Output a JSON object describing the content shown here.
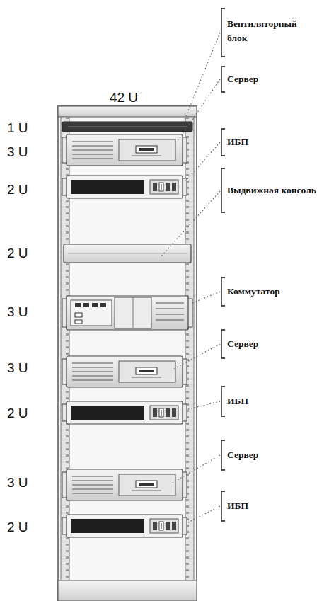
{
  "diagram": {
    "labels": [
      "42 U",
      "1 U",
      "3 U",
      "2 U",
      "2 U",
      "3 U",
      "3 U",
      "2 U",
      "3 U",
      "2 U",
      "Вентиляторный блок",
      "Сервер",
      "ИБП",
      "Выдвижная консоль",
      "Коммутатор",
      "Сервер",
      "ИБП",
      "Сервер",
      "ИБП"
    ]
  }
}
